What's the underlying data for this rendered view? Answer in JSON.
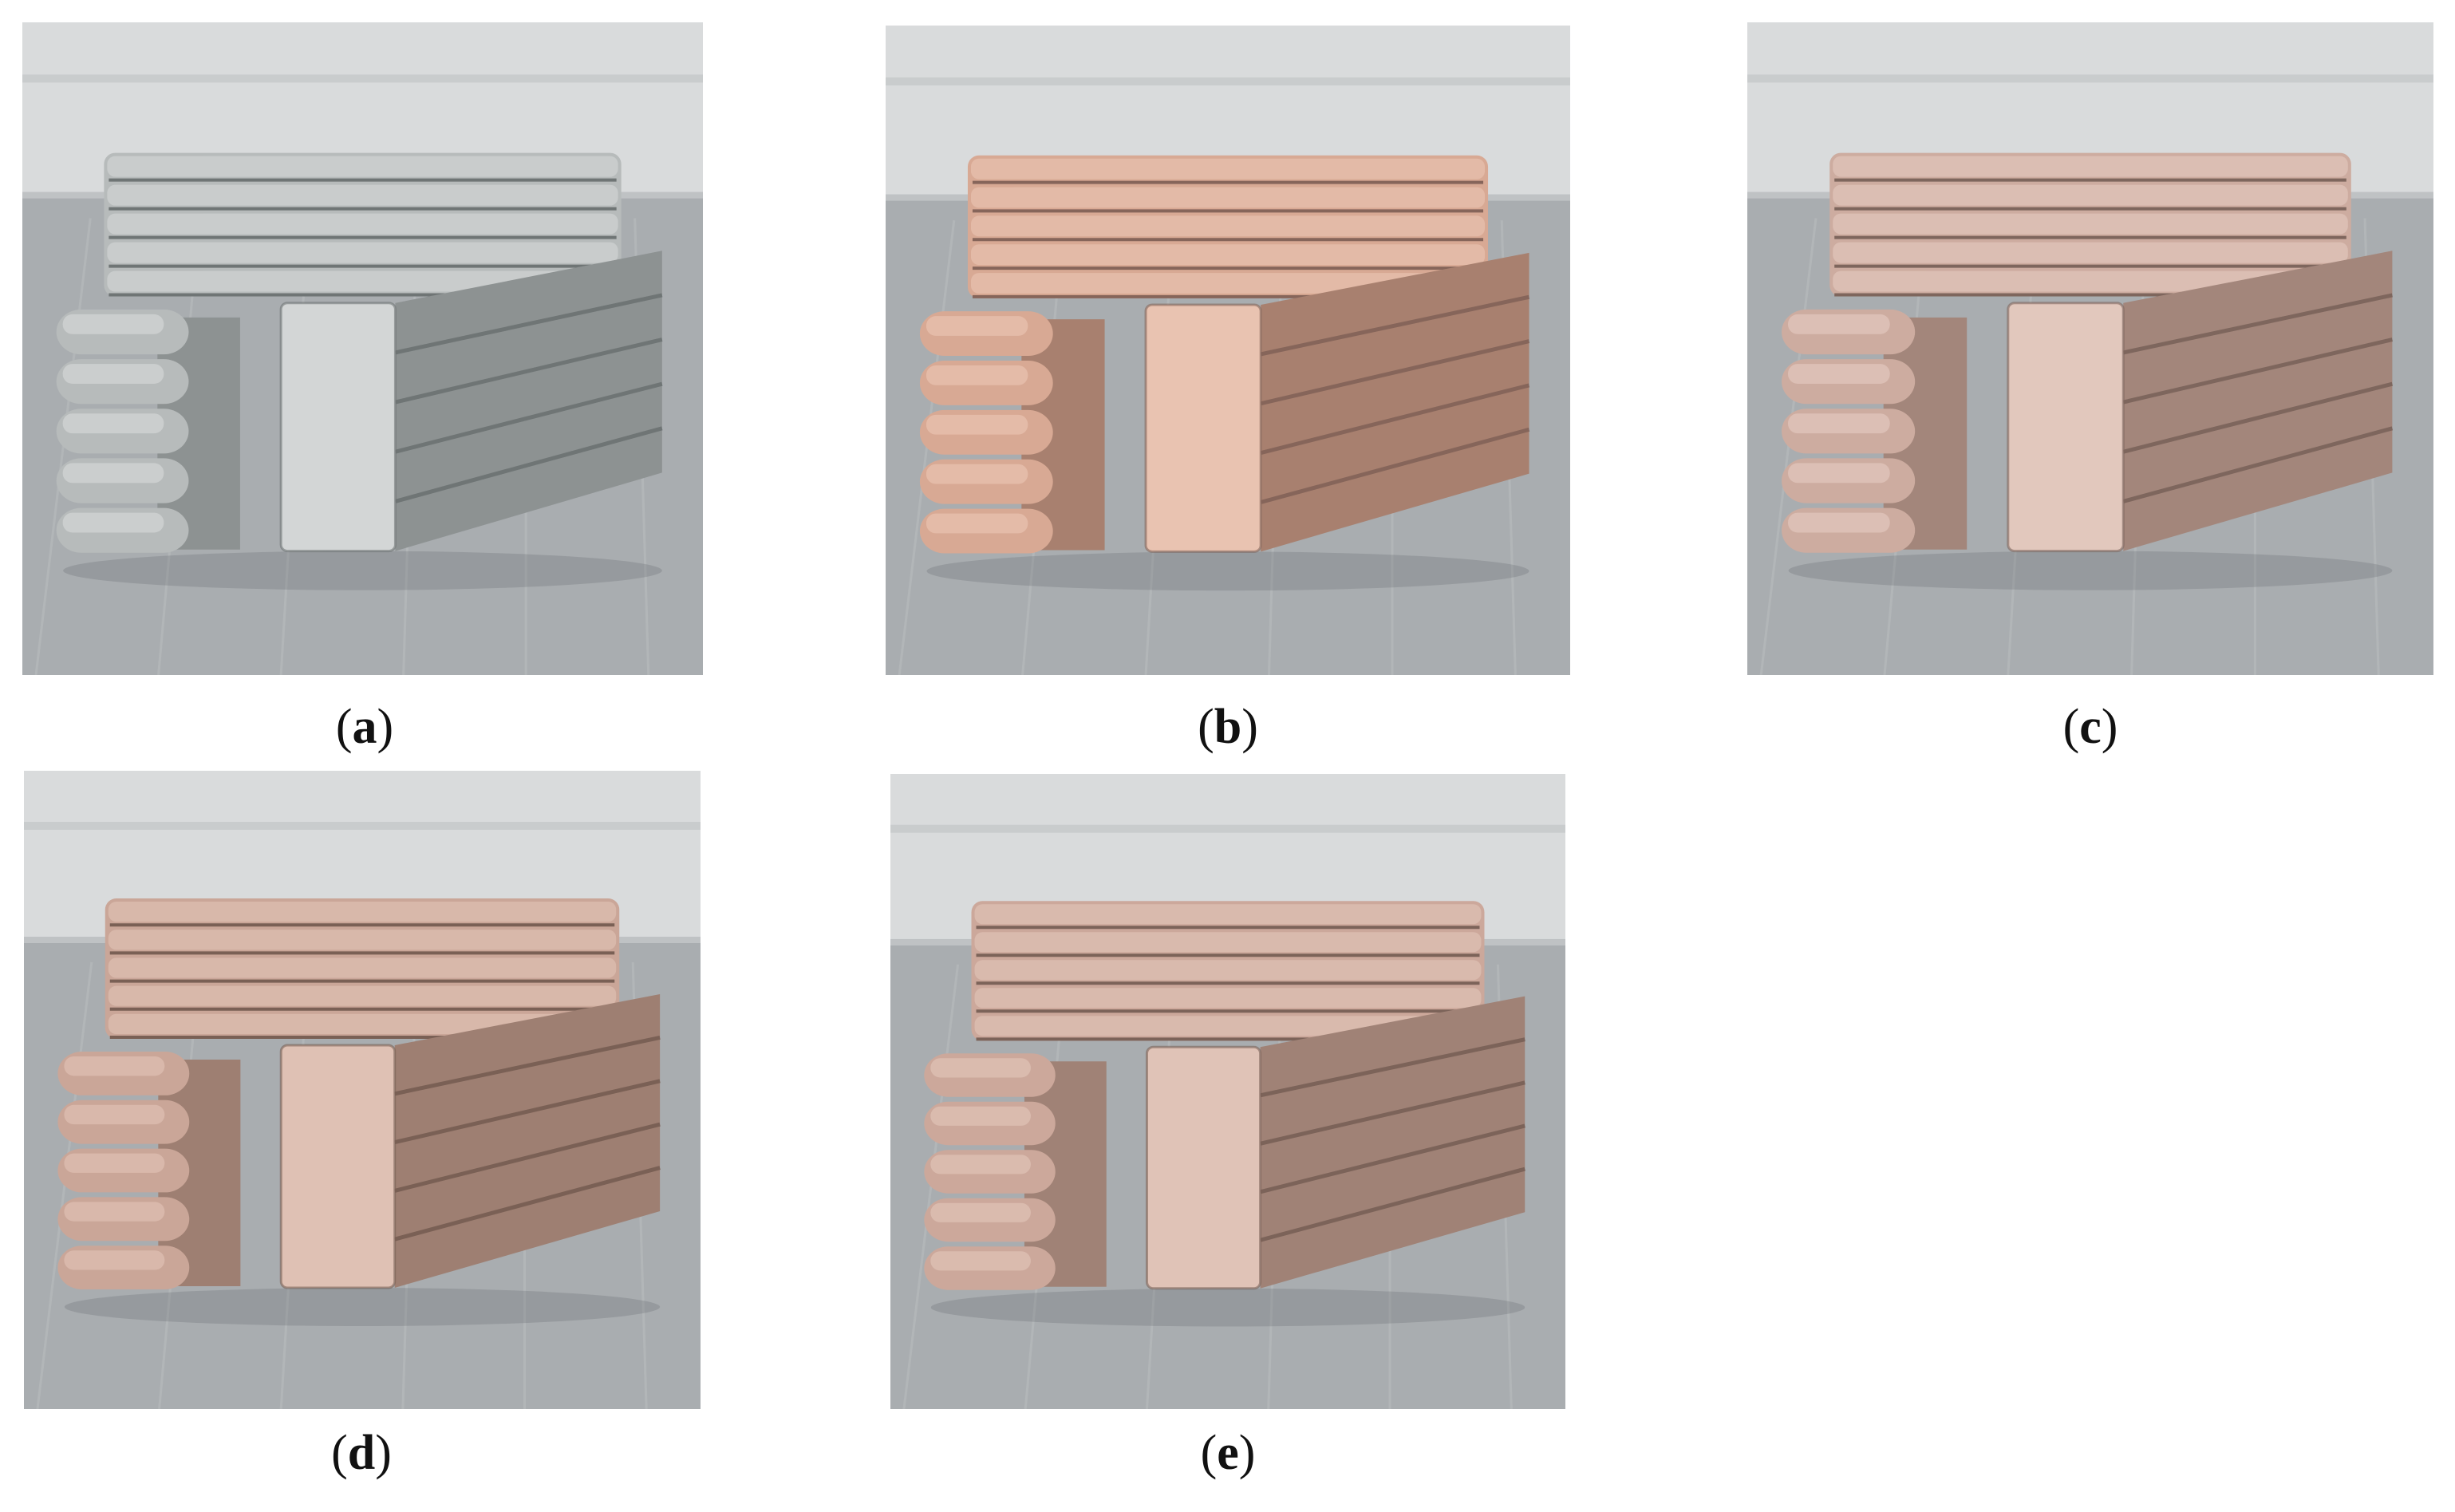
{
  "figure": {
    "panels": [
      {
        "id": "a",
        "label": "a",
        "material": "grey",
        "colors": {
          "base": "#b7bbbb",
          "light": "#d3d6d6",
          "dark": "#8d9292",
          "edge": "#6f7575"
        }
      },
      {
        "id": "b",
        "label": "b",
        "material": "pink",
        "colors": {
          "base": "#d8a994",
          "light": "#e9c3b1",
          "dark": "#a8806f",
          "edge": "#86655a"
        }
      },
      {
        "id": "c",
        "label": "c",
        "material": "pink-beige",
        "colors": {
          "base": "#cdaca0",
          "light": "#e2c8bd",
          "dark": "#a3867b",
          "edge": "#7e665d"
        }
      },
      {
        "id": "d",
        "label": "d",
        "material": "pink-beige",
        "colors": {
          "base": "#caa698",
          "light": "#dfc1b4",
          "dark": "#9e7f72",
          "edge": "#7a6055"
        }
      },
      {
        "id": "e",
        "label": "e",
        "material": "pink-beige",
        "colors": {
          "base": "#cca89b",
          "light": "#e0c3b7",
          "dark": "#a08276",
          "edge": "#7c6359"
        }
      }
    ],
    "background": {
      "wall": "#d9dbdc",
      "wall_band": "#c9cccd",
      "floor": "#a9adb0",
      "floor_light": "#c4c7c9"
    }
  }
}
